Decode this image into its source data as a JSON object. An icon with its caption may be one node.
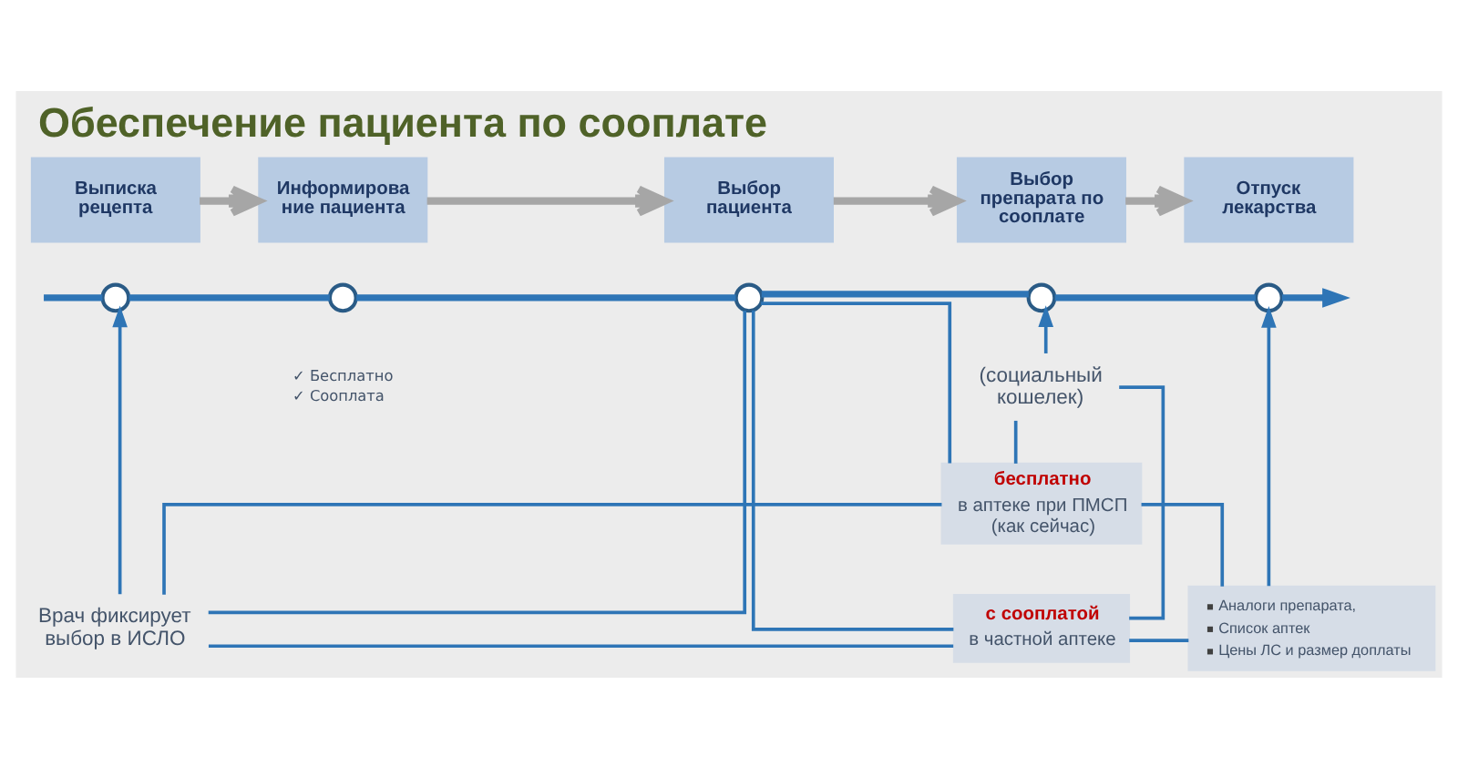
{
  "diagram": {
    "title": "Обеспечение пациента по сооплате",
    "nodes": [
      {
        "text": [
          "Выписка рецепта"
        ]
      },
      {
        "text": [
          "Информирова ние пациента"
        ]
      },
      {
        "text": [
          "Выбор пациента"
        ]
      },
      {
        "text": [
          "Выбор препарата по сооплате"
        ]
      },
      {
        "text": [
          "Отпуск лекарства"
        ]
      },
      {
        "text": [],
        "shape": "circle"
      },
      {
        "text": [],
        "shape": "circle",
        "beside": [
          "✓ Бесплатно",
          "✓ Сооплата"
        ]
      },
      {
        "text": [],
        "shape": "circle"
      },
      {
        "text": [],
        "shape": "circle"
      },
      {
        "text": [],
        "shape": "circle"
      },
      {
        "text": [
          "Врач фиксирует выбор в ИСЛО"
        ]
      },
      {
        "text": [
          "бесплатно",
          "в аптеке при ПМСП (как сейчас)"
        ]
      },
      {
        "text": [
          "с сооплатой",
          "в частной аптеке"
        ]
      },
      {
        "text": [
          "Аналоги препарата,",
          "Список аптек",
          "Цены ЛС и размер доплаты"
        ]
      },
      {
        "text": [
          "(социальный кошелек)"
        ]
      }
    ],
    "edges": [
      {
        "from": 0,
        "to": 1,
        "arrow": "to",
        "style": "thick",
        "color": "#a6a6a6"
      },
      {
        "from": 1,
        "to": 2,
        "arrow": "to",
        "style": "thick",
        "color": "#a6a6a6"
      },
      {
        "from": 2,
        "to": 3,
        "arrow": "to",
        "style": "thick",
        "color": "#a6a6a6"
      },
      {
        "from": 3,
        "to": 4,
        "arrow": "to",
        "style": "thick",
        "color": "#a6a6a6"
      },
      {
        "from": null,
        "to": 5,
        "arrow": "none",
        "style": "thick"
      },
      {
        "from": 5,
        "to": 6,
        "arrow": "none",
        "style": "thick"
      },
      {
        "from": 6,
        "to": 7,
        "arrow": "none",
        "style": "thick"
      },
      {
        "from": 7,
        "to": 8,
        "arrow": "none",
        "style": "thick"
      },
      {
        "from": 8,
        "to": 9,
        "arrow": "none",
        "style": "thick"
      },
      {
        "from": 9,
        "to": null,
        "arrow": "to",
        "style": "thick"
      },
      {
        "from": 10,
        "to": 5,
        "arrow": "to"
      },
      {
        "from": 7,
        "to": 10,
        "arrow": "none"
      },
      {
        "from": 7,
        "to": 11,
        "arrow": "none"
      },
      {
        "from": 7,
        "to": 12,
        "arrow": "none"
      },
      {
        "from": 10,
        "to": 11,
        "arrow": "none"
      },
      {
        "from": 10,
        "to": 12,
        "arrow": "none"
      },
      {
        "from": 11,
        "to": 14,
        "arrow": "none"
      },
      {
        "from": 12,
        "to": 14,
        "arrow": "none"
      },
      {
        "from": 11,
        "to": 13,
        "arrow": "none"
      },
      {
        "from": 12,
        "to": 13,
        "arrow": "none"
      },
      {
        "from": 14,
        "to": 8,
        "arrow": "to"
      },
      {
        "from": 13,
        "to": 9,
        "arrow": "to"
      }
    ]
  }
}
